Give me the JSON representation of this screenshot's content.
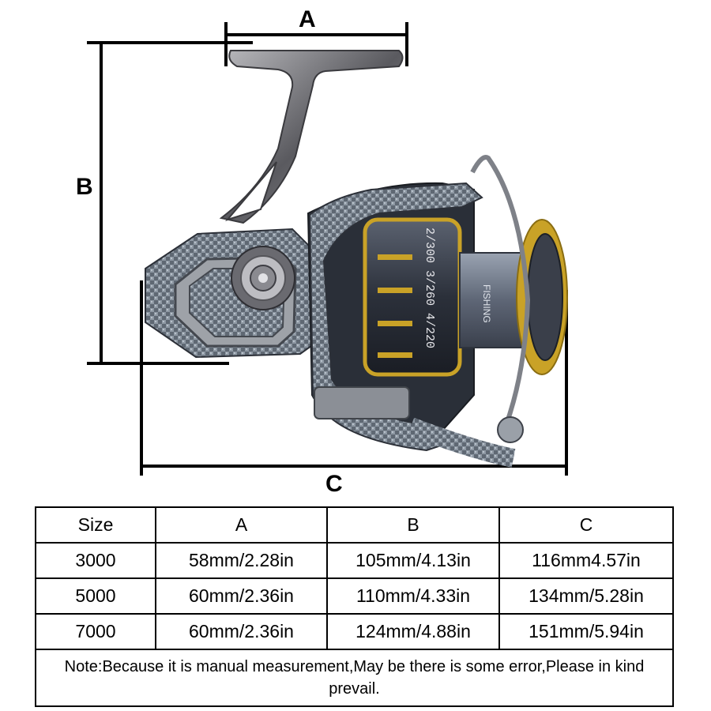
{
  "dimension_labels": {
    "a": "A",
    "b": "B",
    "c": "C"
  },
  "table": {
    "headers": [
      "Size",
      "A",
      "B",
      "C"
    ],
    "rows": [
      [
        "3000",
        "58mm/2.28in",
        "105mm/4.13in",
        "116mm4.57in"
      ],
      [
        "5000",
        "60mm/2.36in",
        "110mm/4.33in",
        "134mm/5.28in"
      ],
      [
        "7000",
        "60mm/2.36in",
        "124mm/4.88in",
        "151mm/5.94in"
      ]
    ],
    "note": "Note:Because it is manual measurement,May be there is some error,Please in kind prevail."
  },
  "spool_text": "2/300  3/260  4/220",
  "spool_brand": "FISHING",
  "colors": {
    "gold": "#c9a227",
    "body_gray": "#6e7580",
    "dark": "#1f242c",
    "metal": "#8a8a8e"
  }
}
